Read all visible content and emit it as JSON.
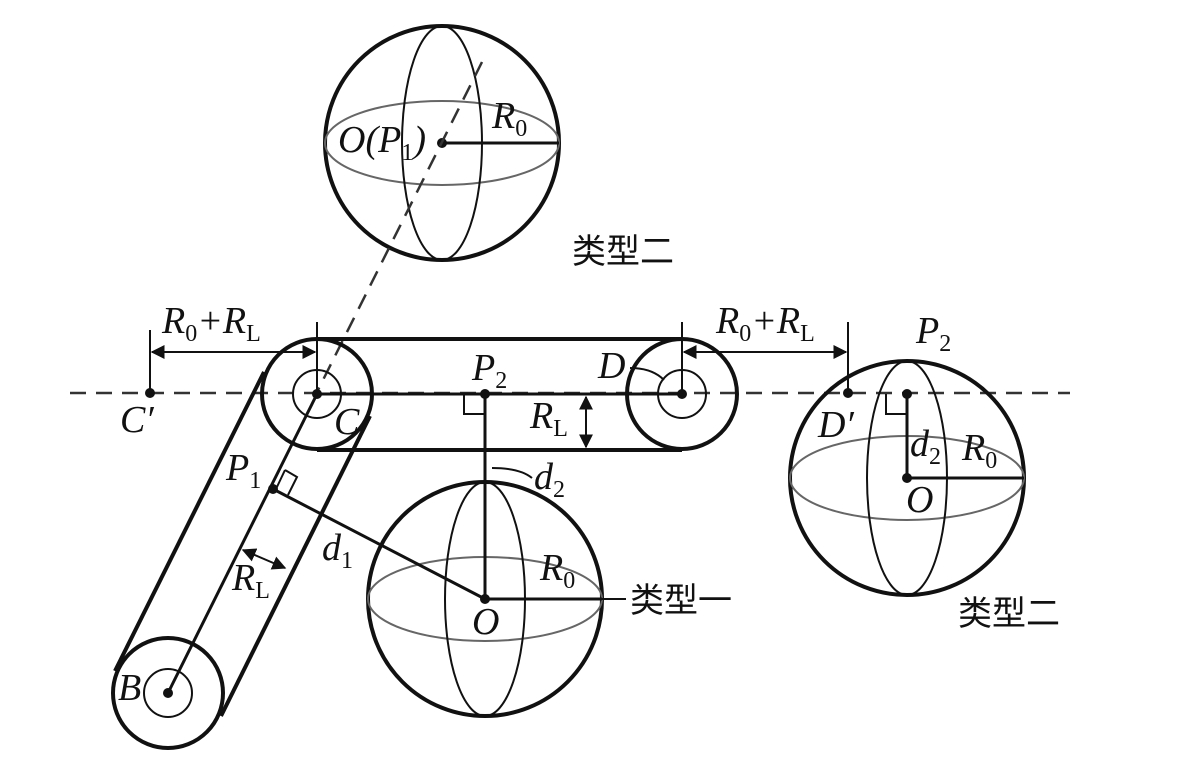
{
  "labels": {
    "o_p1": {
      "base": "O(P",
      "sub": "1",
      "close": ")"
    },
    "r0_top": {
      "base": "R",
      "sub": "0"
    },
    "type2_top": "类型二",
    "r0_rl_left": {
      "a": "R",
      "a_sub": "0",
      "plus": "+R",
      "b_sub": "L"
    },
    "r0_rl_right": {
      "a": "R",
      "a_sub": "0",
      "plus": "+R",
      "b_sub": "L"
    },
    "p2_center": {
      "base": "P",
      "sub": "2"
    },
    "p2_right": {
      "base": "P",
      "sub": "2"
    },
    "c_prime": "C′",
    "c": "C",
    "d": "D",
    "d_prime": "D′",
    "rl_bracket": {
      "base": "R",
      "sub": "L"
    },
    "d2_center": {
      "base": "d",
      "sub": "2"
    },
    "d2_right": {
      "base": "d",
      "sub": "2"
    },
    "r0_right": {
      "base": "R",
      "sub": "0"
    },
    "o_right": "O",
    "p1": {
      "base": "P",
      "sub": "1"
    },
    "d1": {
      "base": "d",
      "sub": "1"
    },
    "rl_tube": {
      "base": "R",
      "sub": "L"
    },
    "r0_bottom": {
      "base": "R",
      "sub": "0"
    },
    "type1": "类型一",
    "o_bottom": "O",
    "b": "B",
    "type2_right": "类型二"
  }
}
